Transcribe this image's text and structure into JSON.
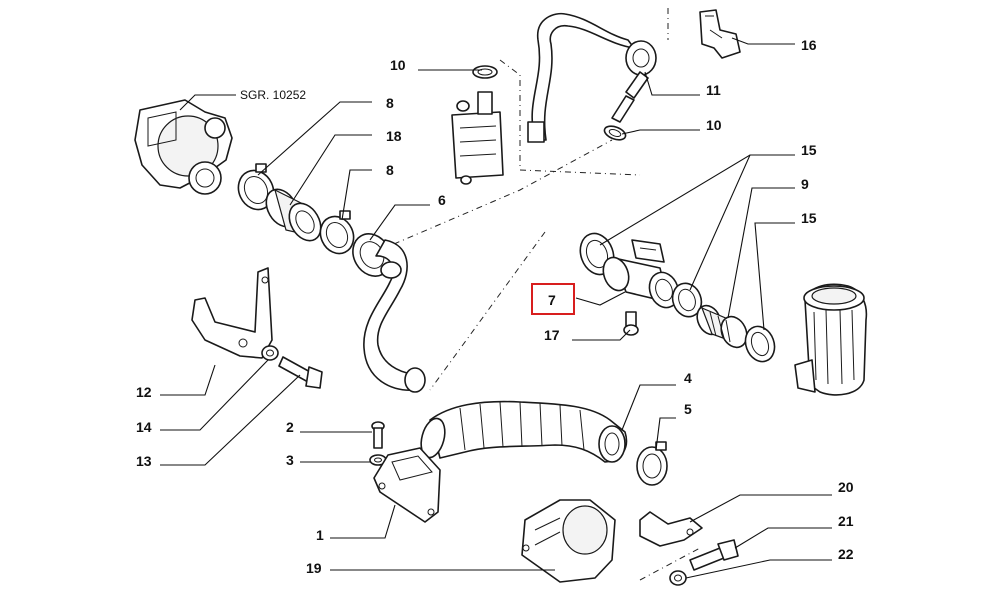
{
  "diagram": {
    "ref_label": "SGR. 10252",
    "callouts": [
      {
        "id": "c10a",
        "text": "10"
      },
      {
        "id": "c16",
        "text": "16"
      },
      {
        "id": "c11",
        "text": "11"
      },
      {
        "id": "c10b",
        "text": "10"
      },
      {
        "id": "c8a",
        "text": "8"
      },
      {
        "id": "c18",
        "text": "18"
      },
      {
        "id": "c8b",
        "text": "8"
      },
      {
        "id": "c6",
        "text": "6"
      },
      {
        "id": "c15a",
        "text": "15"
      },
      {
        "id": "c9",
        "text": "9"
      },
      {
        "id": "c15b",
        "text": "15"
      },
      {
        "id": "c7",
        "text": "7"
      },
      {
        "id": "c17",
        "text": "17"
      },
      {
        "id": "c12",
        "text": "12"
      },
      {
        "id": "c14",
        "text": "14"
      },
      {
        "id": "c13",
        "text": "13"
      },
      {
        "id": "c4",
        "text": "4"
      },
      {
        "id": "c5",
        "text": "5"
      },
      {
        "id": "c2",
        "text": "2"
      },
      {
        "id": "c3",
        "text": "3"
      },
      {
        "id": "c1",
        "text": "1"
      },
      {
        "id": "c20",
        "text": "20"
      },
      {
        "id": "c21",
        "text": "21"
      },
      {
        "id": "c22",
        "text": "22"
      },
      {
        "id": "c19",
        "text": "19"
      }
    ],
    "highlighted_callout": "7",
    "highlight_color": "#d81e1e",
    "line_color": "#111111"
  }
}
